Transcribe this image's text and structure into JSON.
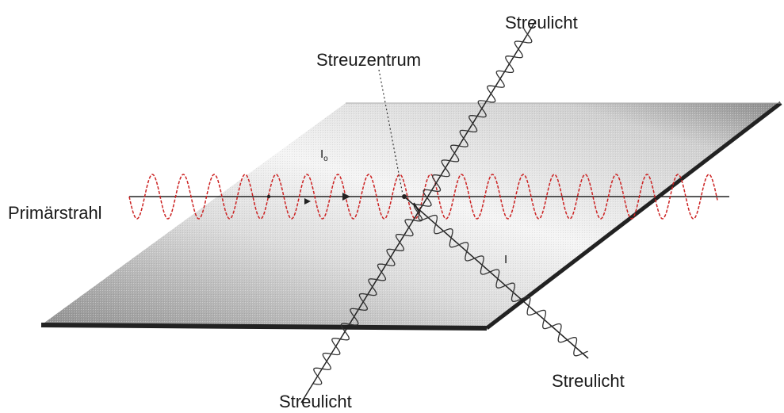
{
  "labels": {
    "streulicht_top": "Streulicht",
    "streuzentrum": "Streuzentrum",
    "primaerstrahl": "Primärstrahl",
    "streulicht_bottom_right": "Streulicht",
    "streulicht_bottom_left": "Streulicht",
    "intensity_primary": "I",
    "intensity_primary_sub": "o",
    "intensity_scattered": "I"
  },
  "colors": {
    "primary_wave": "#cc2222",
    "scattered_wave": "#333333",
    "plane_light": "#f4f4f4",
    "plane_dark": "#9a9a9a",
    "plane_edge": "#222222"
  }
}
